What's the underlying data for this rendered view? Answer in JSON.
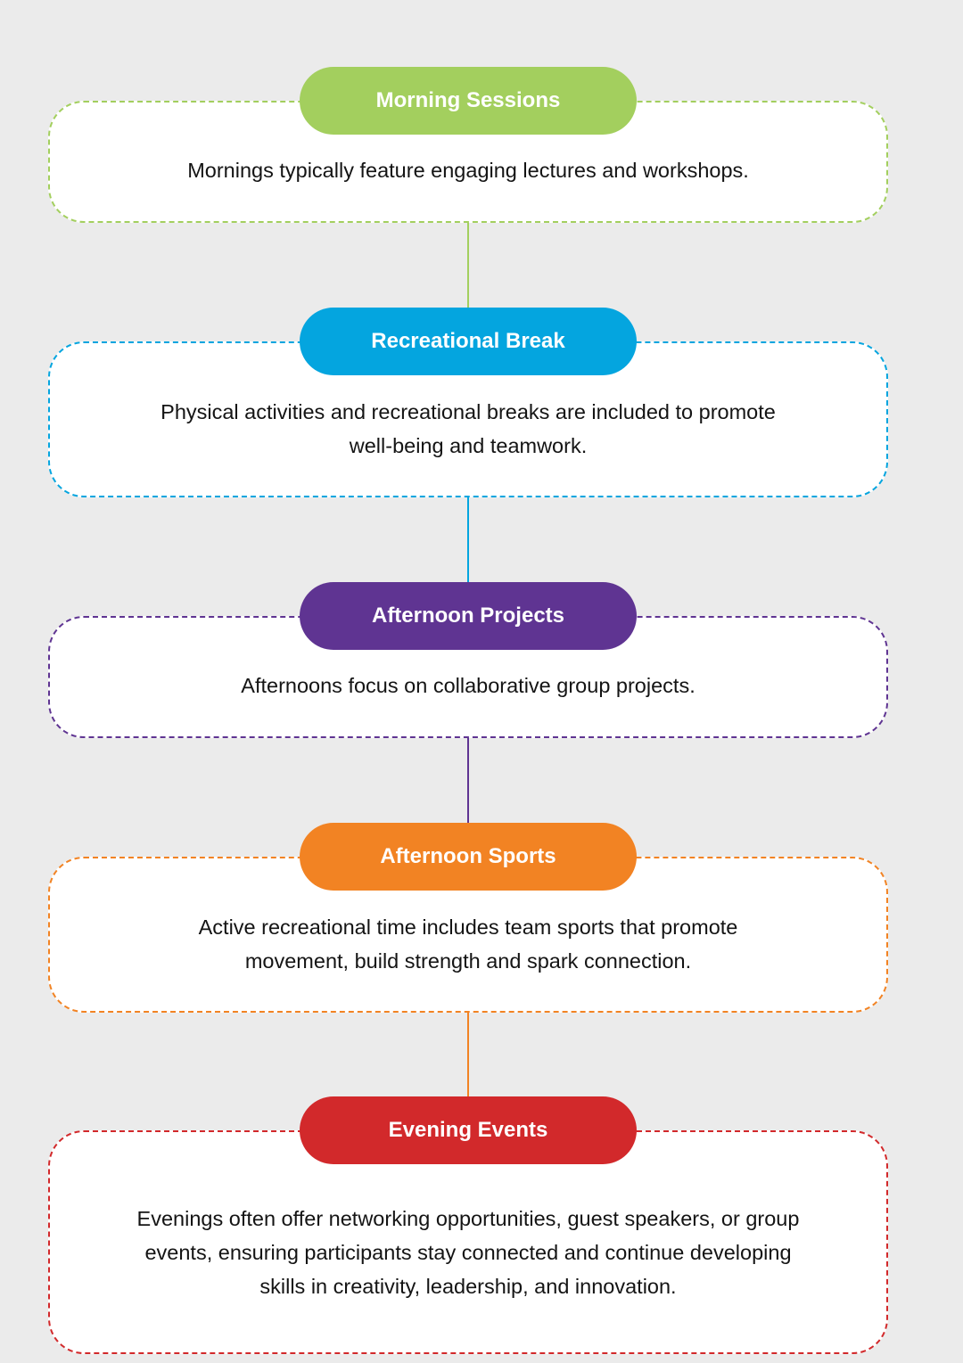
{
  "stages": [
    {
      "title": "Morning Sessions",
      "description": "Mornings typically feature engaging lectures and workshops.",
      "color": "#a3cf5e"
    },
    {
      "title": "Recreational Break",
      "description": "Physical activities and recreational breaks are included to promote well-being and teamwork.",
      "color": "#04a5df"
    },
    {
      "title": "Afternoon Projects",
      "description": "Afternoons focus on collaborative group projects.",
      "color": "#5f3492"
    },
    {
      "title": "Afternoon Sports",
      "description": "Active recreational time includes team sports that promote movement, build strength and spark connection.",
      "color": "#f28323"
    },
    {
      "title": "Evening Events",
      "description": "Evenings often offer networking opportunities, guest speakers, or group events, ensuring participants stay connected and continue developing skills in creativity, leadership, and innovation.",
      "color": "#d2292b"
    }
  ],
  "background_color": "#ebebeb"
}
